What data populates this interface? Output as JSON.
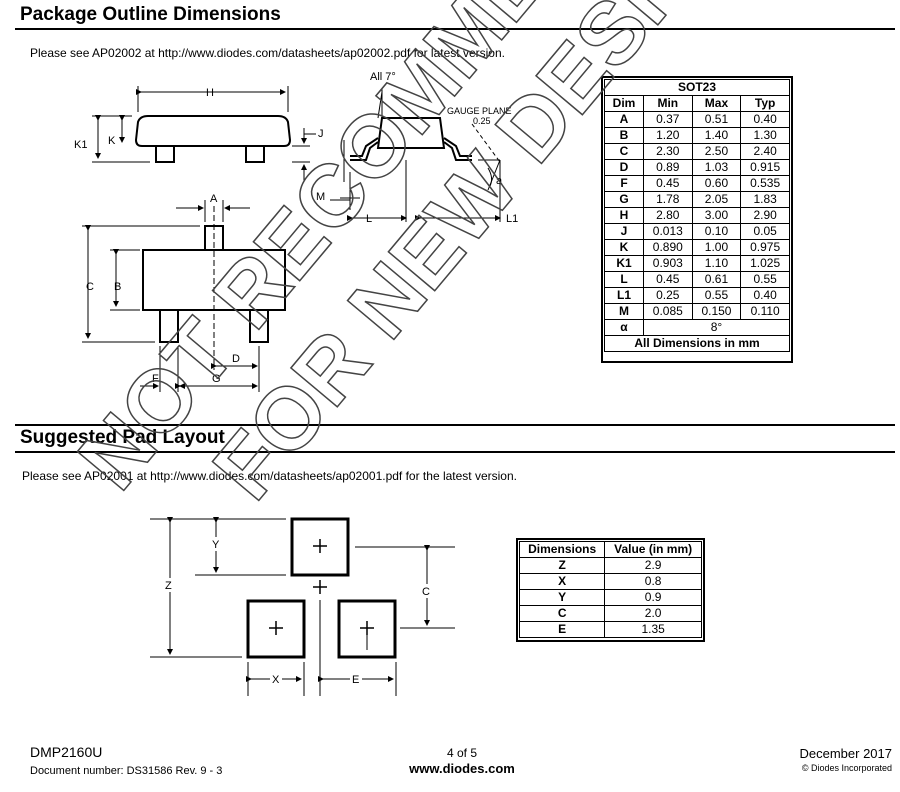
{
  "section1": {
    "title": "Package Outline Dimensions",
    "note": "Please see AP02002 at http://www.diodes.com/datasheets/ap02002.pdf for latest version."
  },
  "outline_labels": {
    "angle": "All 7°",
    "gauge_plane": "GAUGE PLANE",
    "gauge_value": "0.25",
    "H": "H",
    "K1": "K1",
    "K": "K",
    "J": "J",
    "M": "M",
    "L": "L",
    "L1": "L1",
    "a": "a",
    "A": "A",
    "C": "C",
    "B": "B",
    "D": "D",
    "F": "F",
    "G": "G"
  },
  "sot23_table": {
    "title": "SOT23",
    "headers": [
      "Dim",
      "Min",
      "Max",
      "Typ"
    ],
    "rows": [
      [
        "A",
        "0.37",
        "0.51",
        "0.40"
      ],
      [
        "B",
        "1.20",
        "1.40",
        "1.30"
      ],
      [
        "C",
        "2.30",
        "2.50",
        "2.40"
      ],
      [
        "D",
        "0.89",
        "1.03",
        "0.915"
      ],
      [
        "F",
        "0.45",
        "0.60",
        "0.535"
      ],
      [
        "G",
        "1.78",
        "2.05",
        "1.83"
      ],
      [
        "H",
        "2.80",
        "3.00",
        "2.90"
      ],
      [
        "J",
        "0.013",
        "0.10",
        "0.05"
      ],
      [
        "K",
        "0.890",
        "1.00",
        "0.975"
      ],
      [
        "K1",
        "0.903",
        "1.10",
        "1.025"
      ],
      [
        "L",
        "0.45",
        "0.61",
        "0.55"
      ],
      [
        "L1",
        "0.25",
        "0.55",
        "0.40"
      ],
      [
        "M",
        "0.085",
        "0.150",
        "0.110"
      ]
    ],
    "alpha_label": "α",
    "alpha_value": "8°",
    "footer": "All Dimensions in mm"
  },
  "section2": {
    "title": "Suggested Pad Layout",
    "note": "Please see AP02001 at http://www.diodes.com/datasheets/ap02001.pdf for the latest version."
  },
  "pad_labels": {
    "Y": "Y",
    "Z": "Z",
    "C": "C",
    "X": "X",
    "E": "E"
  },
  "pad_table": {
    "headers": [
      "Dimensions",
      "Value (in mm)"
    ],
    "rows": [
      [
        "Z",
        "2.9"
      ],
      [
        "X",
        "0.8"
      ],
      [
        "Y",
        "0.9"
      ],
      [
        "C",
        "2.0"
      ],
      [
        "E",
        "1.35"
      ]
    ]
  },
  "watermark": {
    "line1": "NOT RECOMMENDED",
    "line2": "FOR NEW DESIGN"
  },
  "footer": {
    "part": "DMP2160U",
    "doc_number": "Document number: DS31586 Rev. 9 - 3",
    "page": "4 of 5",
    "website": "www.diodes.com",
    "date": "December 2017",
    "copyright": "© Diodes Incorporated"
  }
}
